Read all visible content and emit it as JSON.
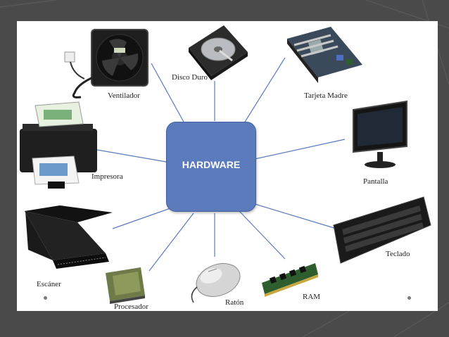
{
  "diagram": {
    "center": {
      "label": "HARDWARE"
    },
    "nodes": [
      {
        "id": "fan",
        "label": "Ventilador",
        "icon": "cooling-fan-icon"
      },
      {
        "id": "hdd",
        "label": "Disco Duro",
        "icon": "hard-drive-icon"
      },
      {
        "id": "motherboard",
        "label": "Tarjeta Madre",
        "icon": "motherboard-icon"
      },
      {
        "id": "printer",
        "label": "Impresora",
        "icon": "printer-icon"
      },
      {
        "id": "monitor",
        "label": "Pantalla",
        "icon": "monitor-icon"
      },
      {
        "id": "scanner",
        "label": "Escáner",
        "icon": "scanner-icon"
      },
      {
        "id": "keyboard",
        "label": "Teclado",
        "icon": "keyboard-icon"
      },
      {
        "id": "cpu",
        "label": "Procesador",
        "icon": "processor-chip-icon"
      },
      {
        "id": "mouse",
        "label": "Ratón",
        "icon": "mouse-icon"
      },
      {
        "id": "ram",
        "label": "RAM",
        "icon": "ram-module-icon"
      }
    ]
  },
  "colors": {
    "hub_fill": "#5b7bbd",
    "connector": "#5b7bbd",
    "slide_background": "#4a4a4a"
  }
}
